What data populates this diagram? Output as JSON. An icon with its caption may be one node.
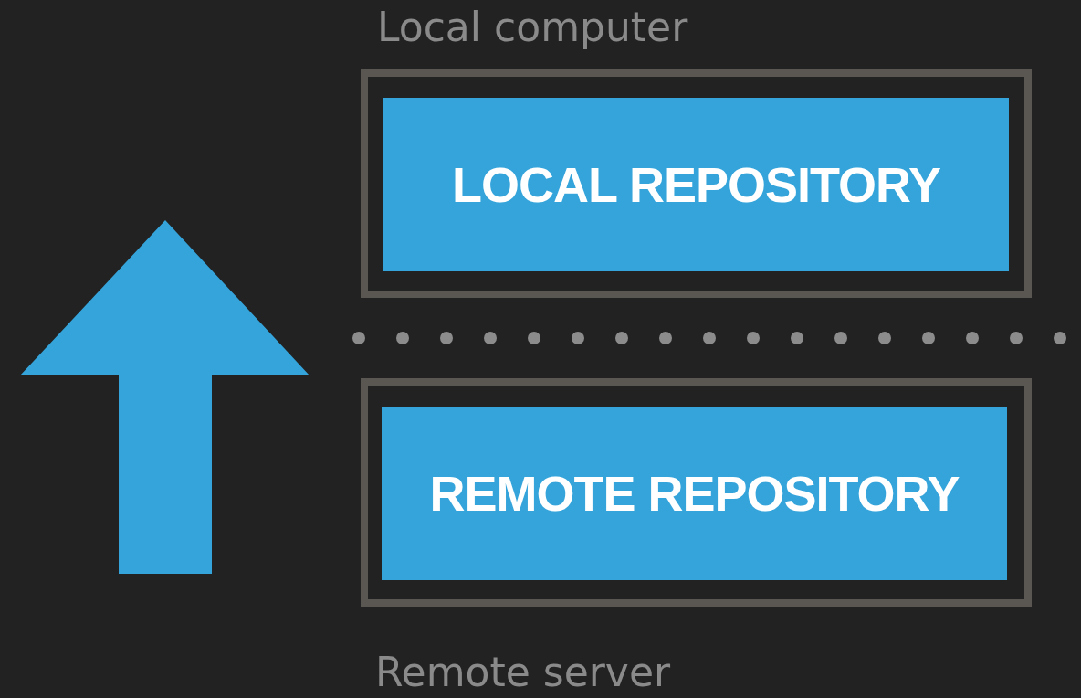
{
  "diagram": {
    "nodes": [
      {
        "text": [
          "Local computer"
        ]
      },
      {
        "text": [
          "LOCAL REPOSITORY"
        ],
        "in": 0
      },
      {
        "text": [
          "Remote server"
        ]
      },
      {
        "text": [
          "REMOTE REPOSITORY"
        ],
        "in": 2
      }
    ]
  }
}
